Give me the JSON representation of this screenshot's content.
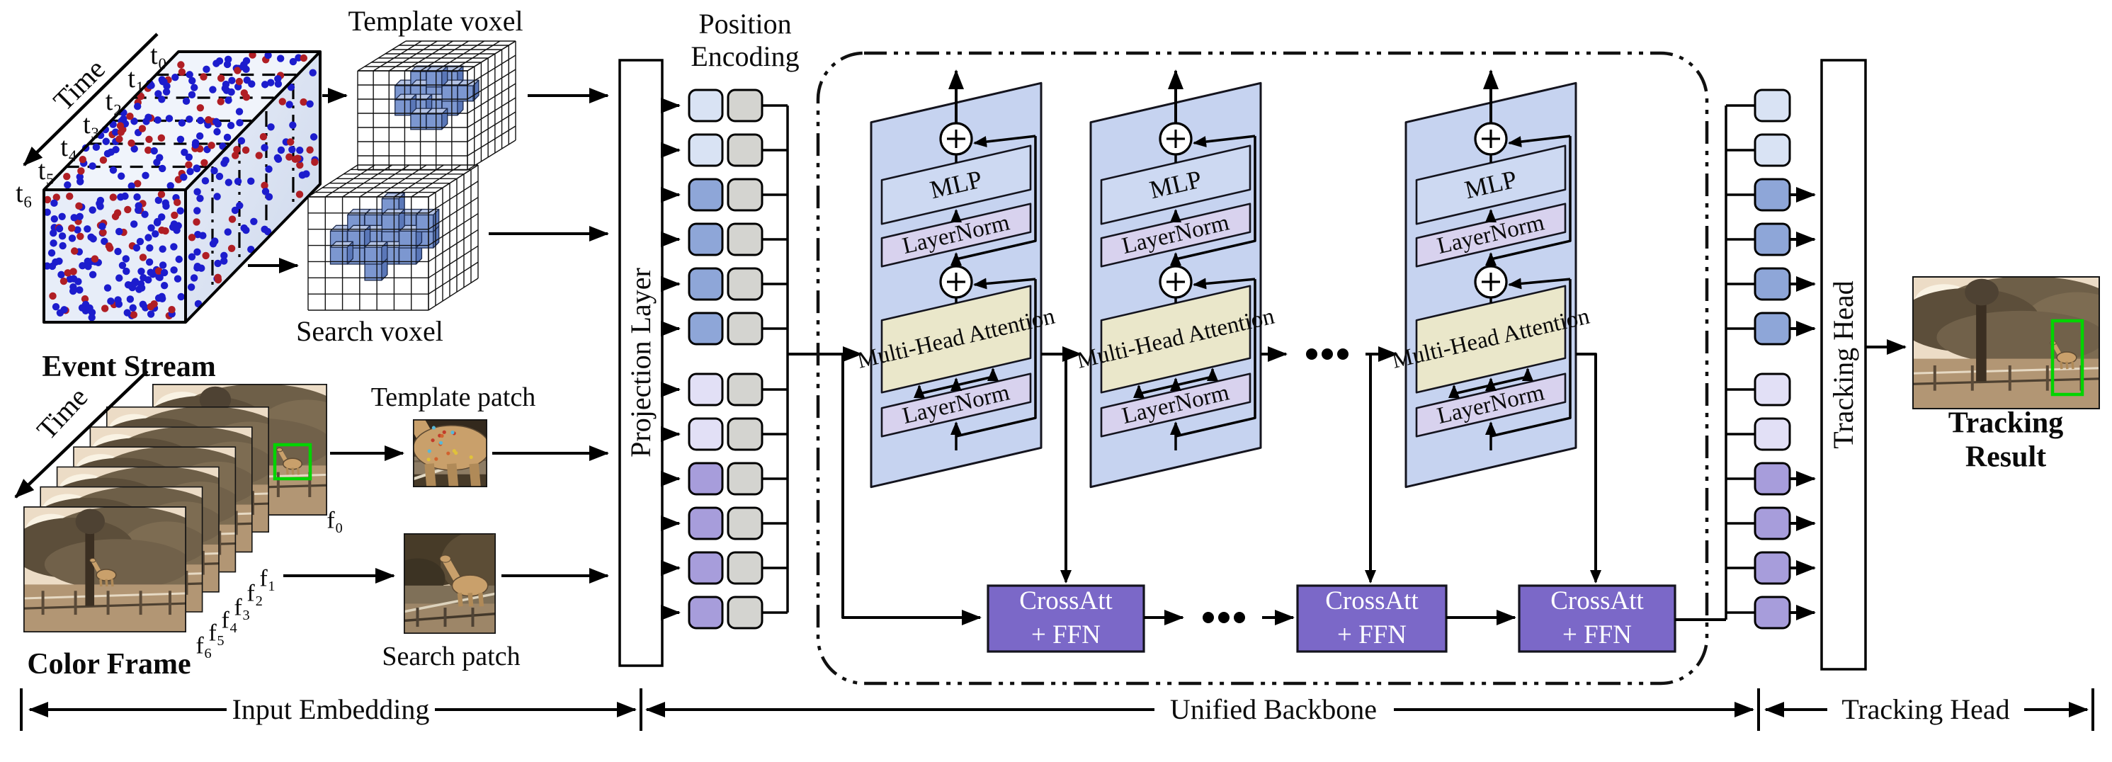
{
  "figure": {
    "event_stream": {
      "label": "Event Stream",
      "time_label": "Time",
      "time_steps": [
        "t₀",
        "t₁",
        "t₂",
        "t₃",
        "t₄",
        "t₅",
        "t₆"
      ],
      "dot_colors": {
        "positive": "#1c1ccd",
        "negative": "#b01e24"
      }
    },
    "color_frame": {
      "label": "Color Frame",
      "time_label": "Time",
      "frame_labels": [
        "f₀",
        "f₁",
        "f₂",
        "f₃",
        "f₄",
        "f₅",
        "f₆"
      ],
      "bbox_color": "#00d400"
    },
    "voxel": {
      "template_label": "Template voxel",
      "search_label": "Search voxel"
    },
    "patch": {
      "template_label": "Template patch",
      "search_label": "Search patch"
    },
    "projection_layer": {
      "label": "Projection Layer"
    },
    "position_encoding": {
      "label": "Position\nEncoding"
    },
    "tokens": {
      "input_colors": [
        "#d9e3f4",
        "#d9e3f4",
        "#8ea6d8",
        "#8ea6d8",
        "#8ea6d8",
        "#8ea6d8",
        "#e2e0f6",
        "#e2e0f6",
        "#a79ddb",
        "#a79ddb",
        "#a79ddb",
        "#a79ddb"
      ],
      "output_colors": [
        "#d9e3f4",
        "#d9e3f4",
        "#8ea6d8",
        "#8ea6d8",
        "#8ea6d8",
        "#8ea6d8",
        "#e2e0f6",
        "#e2e0f6",
        "#a79ddb",
        "#a79ddb",
        "#a79ddb",
        "#a79ddb"
      ],
      "position_encoding_color": "#d4d4d0",
      "rows_feeding_head": [
        false,
        false,
        true,
        true,
        true,
        true,
        false,
        false,
        true,
        true,
        true,
        true
      ]
    },
    "unified_backbone": {
      "span_label": "Unified Backbone",
      "transformer_block": {
        "mlp": "MLP",
        "layernorm": "LayerNorm",
        "mha": "Multi-Head\nAttention",
        "panel_color": "#c6d3f0",
        "layernorm_color": "#d8d2ee",
        "mha_color": "#eae7ca"
      },
      "crossatt_block": {
        "label": "CrossAtt\n+ FFN",
        "color": "#7b68c8"
      }
    },
    "tracking_head": {
      "bar_label": "Tracking Head",
      "span_label": "Tracking Head"
    },
    "tracking_result": {
      "label": "Tracking Result"
    },
    "input_embedding": {
      "span_label": "Input Embedding"
    }
  }
}
